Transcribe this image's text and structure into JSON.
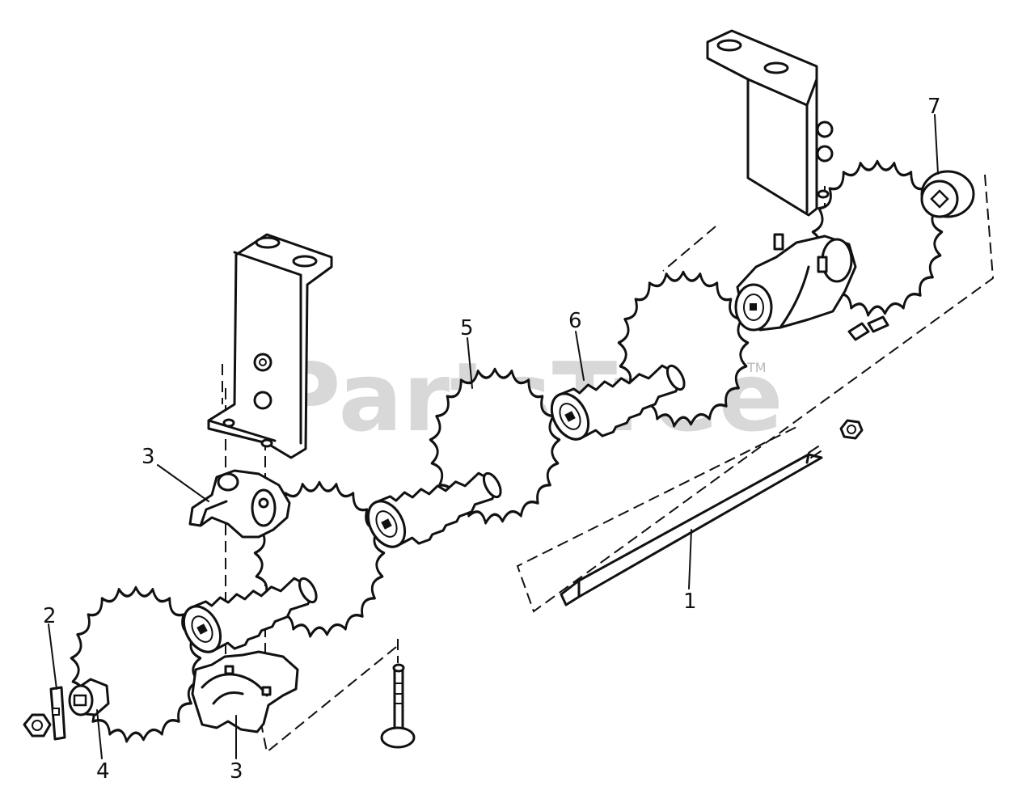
{
  "watermark": {
    "brand": "PartsTree",
    "trademark": "TM"
  },
  "callouts": [
    {
      "id": "callout-1",
      "label": "1"
    },
    {
      "id": "callout-2",
      "label": "2"
    },
    {
      "id": "callout-3-upper",
      "label": "3"
    },
    {
      "id": "callout-3-lower",
      "label": "3"
    },
    {
      "id": "callout-4",
      "label": "4"
    },
    {
      "id": "callout-5",
      "label": "5"
    },
    {
      "id": "callout-6",
      "label": "6"
    },
    {
      "id": "callout-7",
      "label": "7"
    }
  ]
}
